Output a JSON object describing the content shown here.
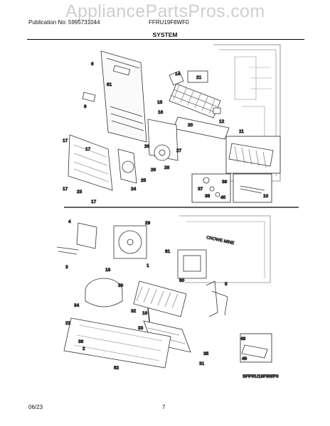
{
  "header": {
    "publication": "Publication No: 5995731044",
    "model": "FFRU19F8WF0",
    "section": "SYSTEM"
  },
  "watermark": "AppliancePartsPros.com",
  "diagram": {
    "callouts_upper": [
      "6",
      "14",
      "21",
      "81",
      "9",
      "15",
      "16",
      "20",
      "12",
      "11",
      "17",
      "17",
      "26",
      "27",
      "28",
      "24",
      "26",
      "25",
      "23",
      "17",
      "17",
      "39",
      "37",
      "38",
      "40",
      "10"
    ],
    "callouts_lower": [
      "4",
      "29",
      "81",
      "3",
      "18",
      "1",
      "50",
      "5",
      "30",
      "34",
      "32",
      "19",
      "33",
      "22",
      "36",
      "2",
      "52",
      "31",
      "35",
      "48",
      "49"
    ],
    "brand_on_cabinet": "CROWE MINE",
    "figure_id": "SFPRU19F8WF0"
  },
  "footer": {
    "date": "06/23",
    "page": "7"
  }
}
